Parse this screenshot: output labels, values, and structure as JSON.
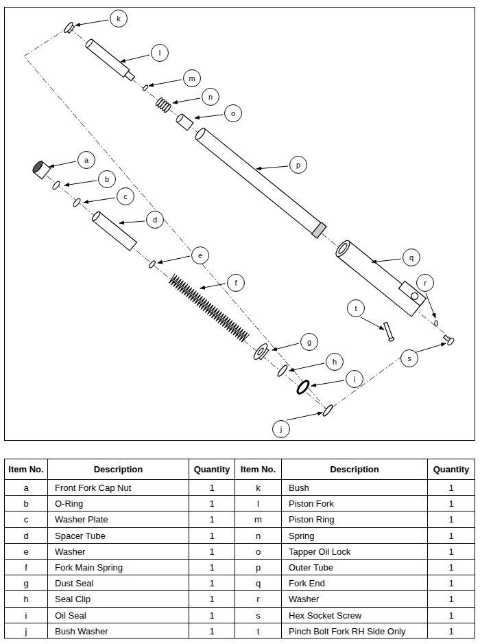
{
  "diagram": {
    "nodes": [
      {
        "text": [
          "k"
        ]
      },
      {
        "text": [
          "l"
        ]
      },
      {
        "text": [
          "m"
        ]
      },
      {
        "text": [
          "n"
        ]
      },
      {
        "text": [
          "o"
        ]
      },
      {
        "text": [
          "a"
        ]
      },
      {
        "text": [
          "p"
        ]
      },
      {
        "text": [
          "b"
        ]
      },
      {
        "text": [
          "c"
        ]
      },
      {
        "text": [
          "d"
        ]
      },
      {
        "text": [
          "e"
        ]
      },
      {
        "text": [
          "q"
        ]
      },
      {
        "text": [
          "f"
        ]
      },
      {
        "text": [
          "r"
        ]
      },
      {
        "text": [
          "t"
        ]
      },
      {
        "text": [
          "g"
        ]
      },
      {
        "text": [
          "s"
        ]
      },
      {
        "text": [
          "h"
        ]
      },
      {
        "text": [
          "i"
        ]
      },
      {
        "text": [
          "j"
        ]
      }
    ],
    "labels": [
      "Item No.",
      "Description",
      "Quantity",
      "Item No.",
      "Description",
      "Quantity",
      "a",
      "Front Fork Cap Nut",
      "1",
      "k",
      "Bush",
      "1",
      "b",
      "O-Ring",
      "1",
      "l",
      "Piston Fork",
      "1",
      "c",
      "Washer Plate",
      "1",
      "m",
      "Piston Ring",
      "1",
      "d",
      "Spacer Tube",
      "1",
      "n",
      "Spring",
      "1",
      "e",
      "Washer",
      "1",
      "o",
      "Tapper Oil Lock",
      "1",
      "f",
      "Fork Main Spring",
      "1",
      "p",
      "Outer Tube",
      "1",
      "g",
      "Dust Seal",
      "1",
      "q",
      "Fork End",
      "1",
      "h",
      "Seal Clip",
      "1",
      "r",
      "Washer",
      "1",
      "i",
      "Oil Seal",
      "1",
      "s",
      "Hex Socket Screw",
      "1",
      "j",
      "Bush Washer",
      "1",
      "t",
      "Pinch Bolt Fork RH Side Only",
      "1"
    ]
  }
}
